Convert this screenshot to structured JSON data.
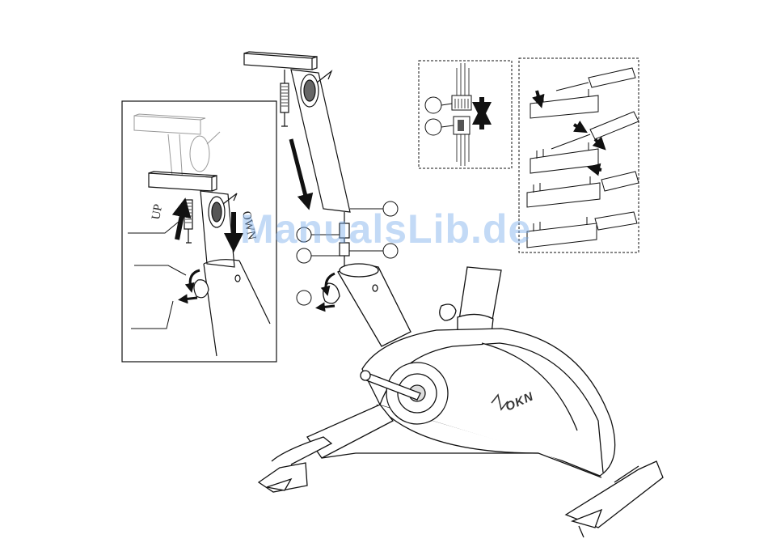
{
  "manual": {
    "inset_label_up": "UP",
    "inset_label_down": "OWN",
    "brand_logo_text": "OKN"
  },
  "watermark": {
    "text": "ManualsLib.de"
  }
}
